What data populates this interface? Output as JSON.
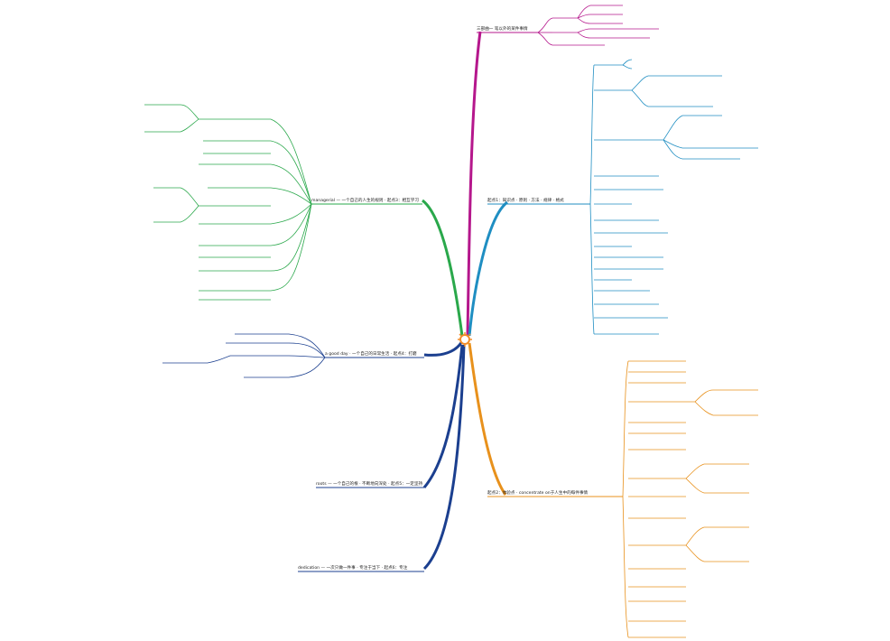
{
  "colors": {
    "purple": "#b5178c",
    "blue": "#1f8ec2",
    "orange": "#e8911c",
    "green": "#2aa84b",
    "navy": "#1b3f8f",
    "hub": "#f28c28"
  },
  "center": {
    "icon": "sun-icon"
  },
  "branches": {
    "top": {
      "label": "三部曲一 笔以外的某件事情"
    },
    "right_upper": {
      "label": "起点1：知识点 · 原则 · 方法 · 规律 · 格式"
    },
    "right_lower": {
      "label": "起点2：体验点 · concentrate on于人生中的每件事情"
    },
    "left_upper": {
      "label": "managerial — 一个自己的人生的规则 · 起点3：相互学习"
    },
    "left_mid": {
      "label": "a good day · 一个自己的日常生活 · 起点4：打磨"
    },
    "left_low": {
      "label": "roots — 一个自己的根 · 不断地向深处 · 起点5：一定坚持"
    },
    "left_bottom": {
      "label": "dedication — 一次只做一件事 · 专注于当下 · 起点6：专注"
    }
  }
}
